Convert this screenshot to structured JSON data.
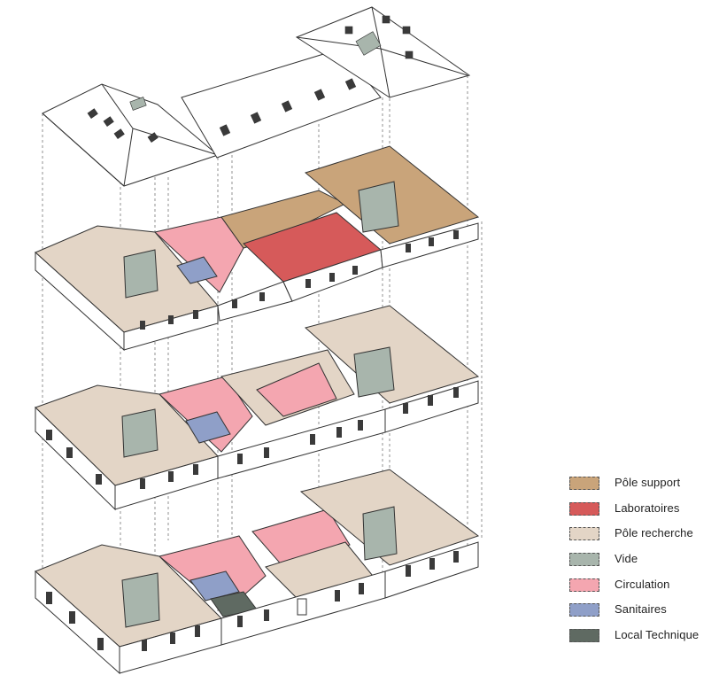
{
  "legend": {
    "items": [
      {
        "label": "Pôle support",
        "color": "#c9a47a"
      },
      {
        "label": "Laboratoires",
        "color": "#d65a5a"
      },
      {
        "label": "Pôle recherche",
        "color": "#e3d5c6"
      },
      {
        "label": "Vide",
        "color": "#a8b5ac"
      },
      {
        "label": "Circulation",
        "color": "#f4a6b0"
      },
      {
        "label": "Sanitaires",
        "color": "#8f9fc8"
      },
      {
        "label": "Local Technique",
        "color": "#5f6a62"
      }
    ]
  },
  "colors": {
    "line": "#333333",
    "wall": "#ffffff",
    "window": "#3a3a3a"
  }
}
